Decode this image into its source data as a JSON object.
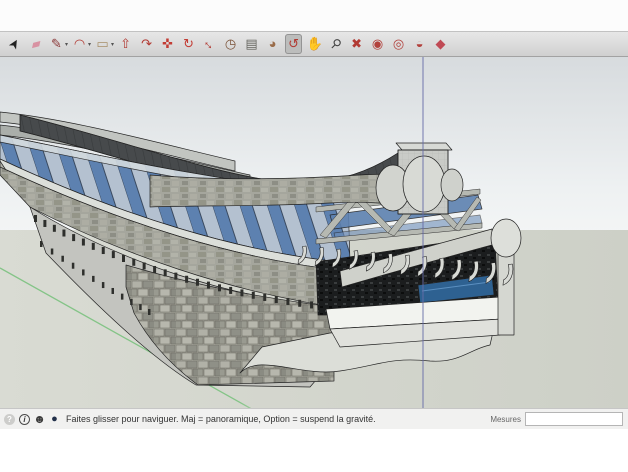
{
  "toolbar": {
    "tools": [
      {
        "id": "select",
        "glyph": "➤",
        "color": "#222222",
        "rot": -60
      },
      {
        "id": "eraser",
        "glyph": "▰",
        "color": "#d892a2",
        "rot": -15
      },
      {
        "id": "line",
        "glyph": "✎",
        "color": "#883333",
        "dropdown": true
      },
      {
        "id": "arc",
        "glyph": "◠",
        "color": "#b23a33",
        "dropdown": true
      },
      {
        "id": "rectangle",
        "glyph": "▭",
        "color": "#a8906a",
        "dropdown": true
      },
      {
        "id": "push-pull",
        "glyph": "⇧",
        "color": "#b23a33"
      },
      {
        "id": "follow-me",
        "glyph": "↷",
        "color": "#b23a33"
      },
      {
        "id": "move",
        "glyph": "✜",
        "color": "#c33d35"
      },
      {
        "id": "rotate",
        "glyph": "↻",
        "color": "#c33d35"
      },
      {
        "id": "scale",
        "glyph": "↔",
        "color": "#b23a33",
        "rot": 45
      },
      {
        "id": "tape-measure",
        "glyph": "◷",
        "color": "#7a5136"
      },
      {
        "id": "text",
        "glyph": "▤",
        "color": "#666660"
      },
      {
        "id": "paint-bucket",
        "glyph": "◕",
        "color": "#9a6c49"
      },
      {
        "id": "orbit",
        "glyph": "↺",
        "color": "#b23a33",
        "selected": true
      },
      {
        "id": "pan",
        "glyph": "✋",
        "color": "#caa87e"
      },
      {
        "id": "zoom",
        "glyph": "⚲",
        "color": "#444444",
        "rot": 45
      },
      {
        "id": "zoom-extents",
        "glyph": "✖",
        "color": "#b23a33"
      },
      {
        "id": "position-camera",
        "glyph": "◉",
        "color": "#b2413c"
      },
      {
        "id": "look-around",
        "glyph": "◎",
        "color": "#b2413c"
      },
      {
        "id": "walk",
        "glyph": "◒",
        "color": "#b2413c"
      },
      {
        "id": "model-library",
        "glyph": "◆",
        "color": "#c04a55"
      }
    ],
    "selected_tool": "orbit"
  },
  "viewport": {
    "axes": {
      "green_axis_color": "#84c487",
      "blue_axis_color": "#666ba8"
    }
  },
  "statusbar": {
    "icons": [
      {
        "id": "help",
        "glyph": "?"
      },
      {
        "id": "info",
        "glyph": "i"
      },
      {
        "id": "user-credit",
        "glyph": "☻"
      },
      {
        "id": "connection-status",
        "glyph": "●"
      }
    ],
    "hint_text": "Faites glisser pour naviguer. Maj = panoramique, Option = suspend la gravité.",
    "measure_label": "Mesures",
    "measure_value": ""
  },
  "colors": {
    "sky_top": "#d7dbde",
    "sky_bottom": "#f1f3f4",
    "ground": "#d2d4cc",
    "glass_blue": "#5d81b0",
    "stone_gray": "#a5a69d",
    "parapet_dark": "#474a4c",
    "selected_tool_bg": "#bcbdbc"
  }
}
